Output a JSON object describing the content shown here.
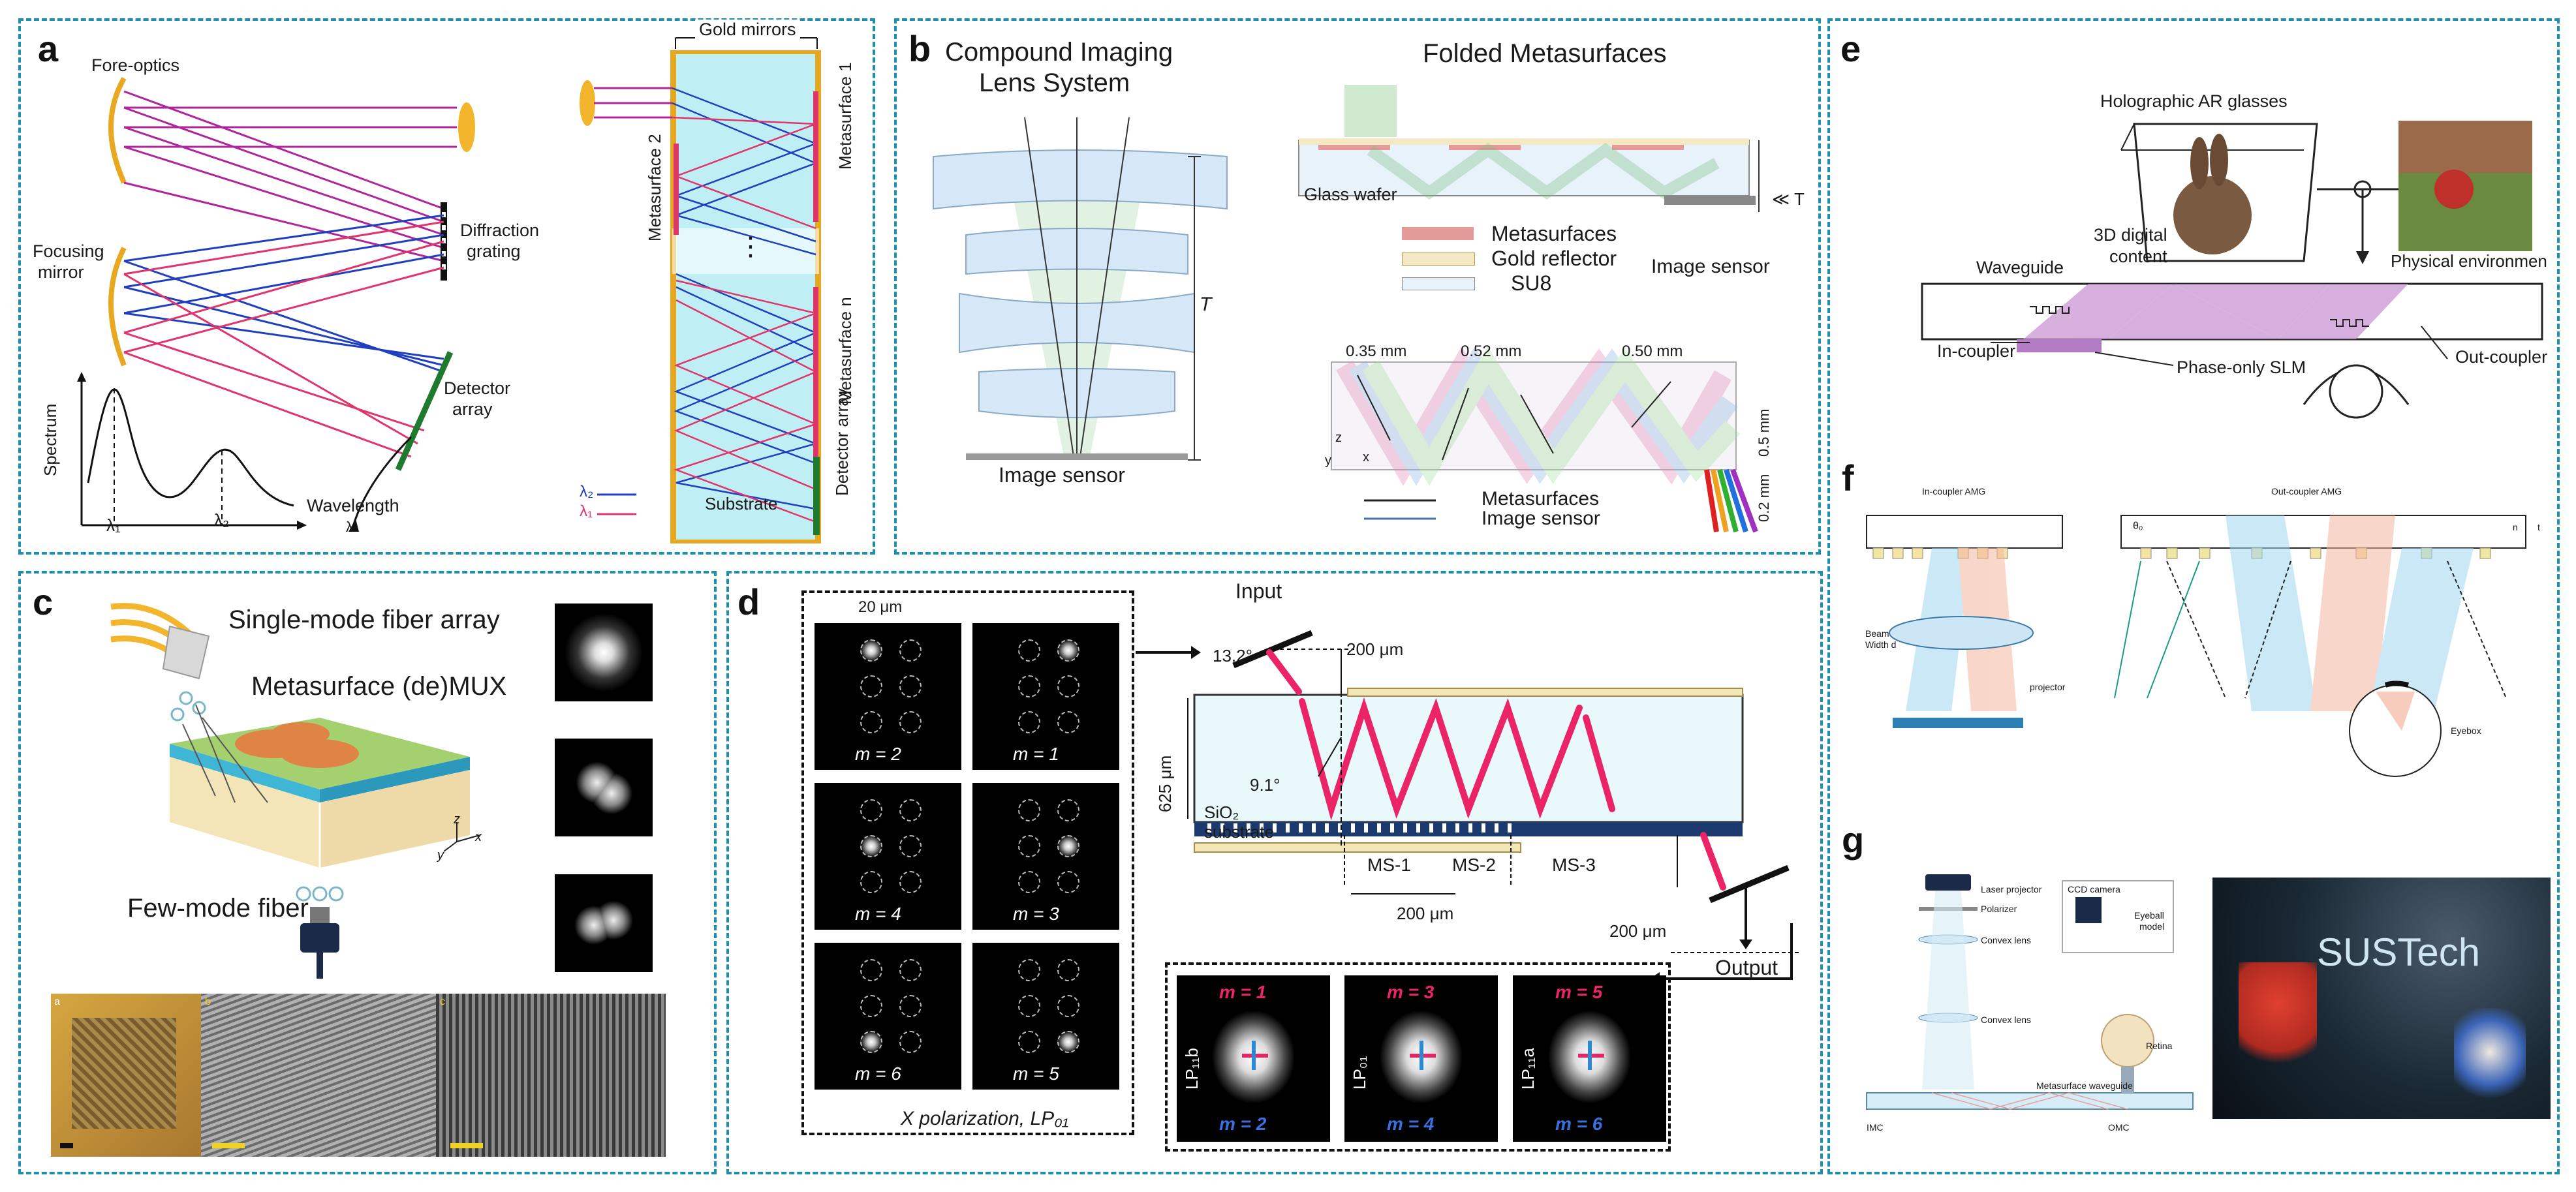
{
  "panels": {
    "a": {
      "label": "a",
      "fore_optics": "Fore-optics",
      "focusing_mirror_1": "Focusing",
      "focusing_mirror_2": "mirror",
      "diffraction_grating_1": "Diffraction",
      "diffraction_grating_2": "grating",
      "detector_array_1": "Detector",
      "detector_array_2": "array",
      "spectrum": "Spectrum",
      "wavelength": "Wavelength",
      "lambda_axis": "λ",
      "lambda1": "λ₁",
      "lambda2": "λ₂",
      "gold_mirrors": "Gold mirrors",
      "metasurface_1": "Metasurface 1",
      "metasurface_2": "Metasurface 2",
      "metasurface_n": "Metasurface n",
      "detector_array_v": "Detector array",
      "substrate": "Substrate",
      "ellipsis": "⋮",
      "legend_lambda2": "λ₂",
      "legend_lambda1": "λ₁",
      "color_blue": "#1f3fbf",
      "color_red": "#e0356a",
      "color_magenta": "#b0259c"
    },
    "b": {
      "label": "b",
      "compound_title_1": "Compound Imaging",
      "compound_title_2": "Lens System",
      "folded_title": "Folded Metasurfaces",
      "image_sensor_left": "Image sensor",
      "tau": "T",
      "glass_wafer": "Glass wafer",
      "legend_metasurfaces": "Metasurfaces",
      "legend_gold": "Gold reflector",
      "legend_su8": "SU8",
      "image_sensor_right": "Image sensor",
      "ll_tau": "≪ T",
      "dim_035": "0.35 mm",
      "dim_052": "0.52 mm",
      "dim_050": "0.50 mm",
      "dim_05": "0.5 mm",
      "dim_02": "0.2 mm",
      "axis_z": "z",
      "axis_y": "y",
      "axis_x": "x",
      "legend2_metasurfaces": "Metasurfaces",
      "legend2_image_sensor": "Image sensor"
    },
    "c": {
      "label": "c",
      "single_mode": "Single-mode fiber array",
      "metasurface_mux": "Metasurface (de)MUX",
      "few_mode": "Few-mode fiber",
      "axis_z": "z",
      "axis_x": "x",
      "axis_y": "y",
      "sub_a": "a",
      "sub_b": "b",
      "sub_c": "c"
    },
    "d": {
      "label": "d",
      "scale_20": "20 μm",
      "modes": [
        "m = 2",
        "m = 1",
        "m = 4",
        "m = 3",
        "m = 6",
        "m = 5"
      ],
      "x_polarization": "X polarization, LP₀₁",
      "input": "Input",
      "angle_132": "13.2°",
      "dim_200_top": "200 μm",
      "dim_625": "625 μm",
      "angle_91": "9.1°",
      "sio2": "SiO₂",
      "substrate": "substrate",
      "ms1": "MS-1",
      "ms2": "MS-2",
      "ms3": "MS-3",
      "dim_200_bottom": "200 μm",
      "dim_200_right": "200 μm",
      "output": "Output",
      "inset_top": [
        "m = 1",
        "m = 3",
        "m = 5"
      ],
      "inset_bottom": [
        "m = 2",
        "m = 4",
        "m = 6"
      ],
      "inset_lp": [
        "LP₁₁b",
        "LP₀₁",
        "LP₁₁a"
      ],
      "arrow_color": "#ea2466"
    },
    "e": {
      "label": "e",
      "title": "Holographic AR glasses",
      "content_1": "3D digital",
      "content_2": "content",
      "physical_env": "Physical environmen",
      "waveguide": "Waveguide",
      "in_coupler": "In-coupler",
      "phase_slm": "Phase-only SLM",
      "out_coupler": "Out-coupler"
    },
    "f": {
      "label": "f",
      "in_coupler_amg": "In-coupler AMG",
      "out_coupler_amg": "Out-coupler AMG",
      "beam_width_1": "Beam",
      "beam_width_2": "Width d",
      "projector": "projector",
      "eyebox": "Eyebox",
      "theta0": "θ₀",
      "n": "n",
      "t": "t"
    },
    "g": {
      "label": "g",
      "laser_projector": "Laser projector",
      "polarizer": "Polarizer",
      "convex_lens_1": "Convex lens",
      "convex_lens_2": "Convex lens",
      "ccd_camera": "CCD camera",
      "eyeball_1": "Eyeball",
      "eyeball_2": "model",
      "retina": "Retina",
      "meta_waveguide": "Metasurface waveguide",
      "imc": "IMC",
      "omc": "OMC",
      "photo_text": "SUSTech"
    }
  }
}
